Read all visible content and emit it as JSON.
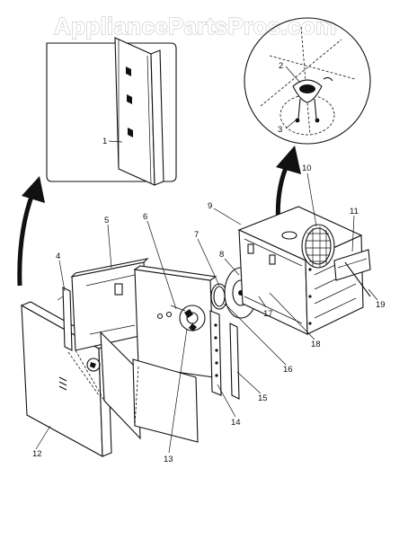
{
  "watermark": "AppliancePartsPros.com",
  "part_labels": [
    "1",
    "2",
    "3",
    "4",
    "5",
    "6",
    "7",
    "8",
    "9",
    "10",
    "11",
    "12",
    "13",
    "14",
    "15",
    "16",
    "17",
    "18",
    "19"
  ]
}
